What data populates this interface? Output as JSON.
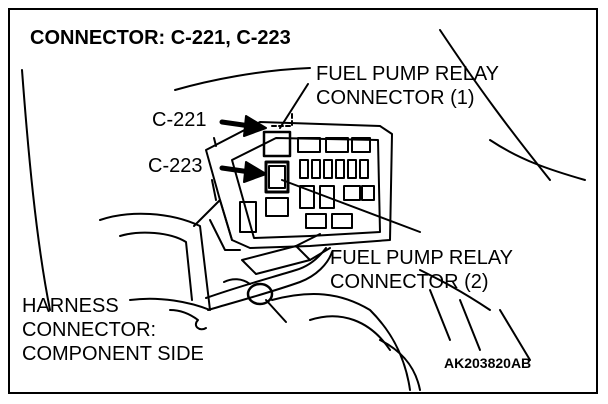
{
  "title": "CONNECTOR: C-221, C-223",
  "labels": {
    "c221": "C-221",
    "c223": "C-223",
    "relay1": [
      "FUEL PUMP RELAY",
      "CONNECTOR (1)"
    ],
    "relay2": [
      "FUEL PUMP RELAY",
      "CONNECTOR (2)"
    ],
    "harness": [
      "HARNESS",
      "CONNECTOR:",
      "COMPONENT SIDE"
    ],
    "code": "AK203820AB"
  }
}
